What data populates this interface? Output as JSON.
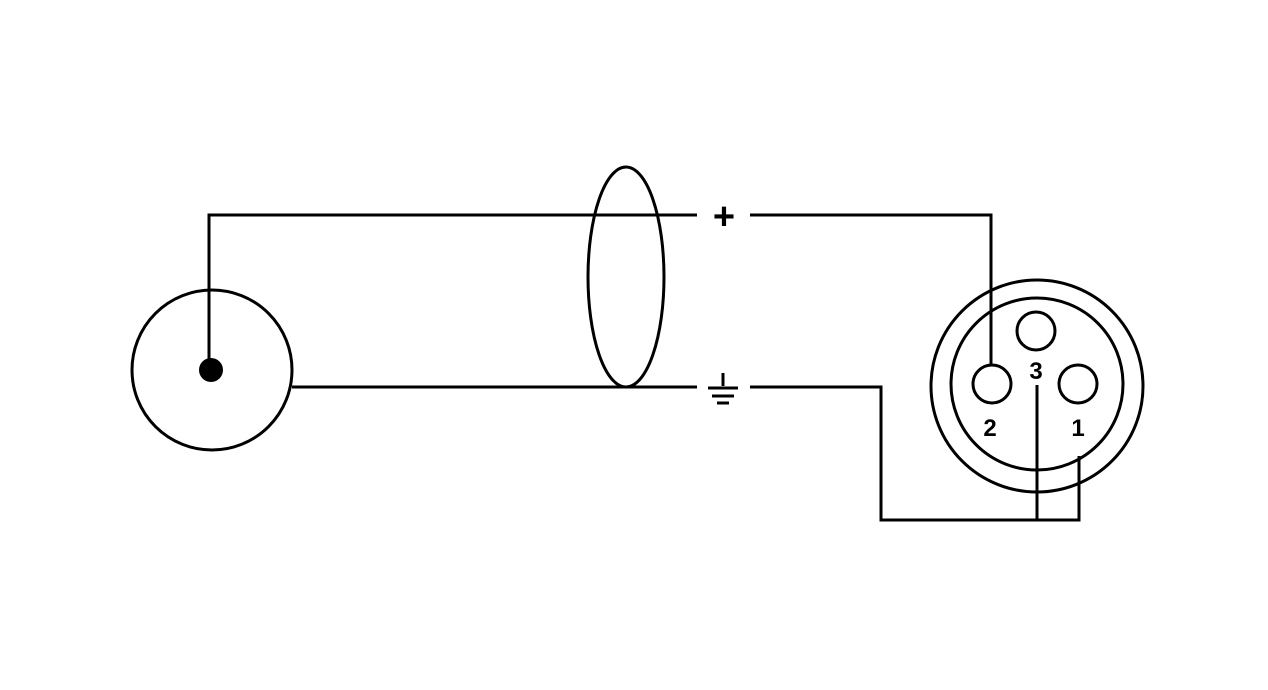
{
  "diagram": {
    "signal_symbol": "+",
    "ground_symbol": "ground-icon",
    "xlr_pins": [
      {
        "label": "2"
      },
      {
        "label": "3"
      },
      {
        "label": "1"
      }
    ],
    "stroke_color": "#000000",
    "background": "#ffffff"
  }
}
